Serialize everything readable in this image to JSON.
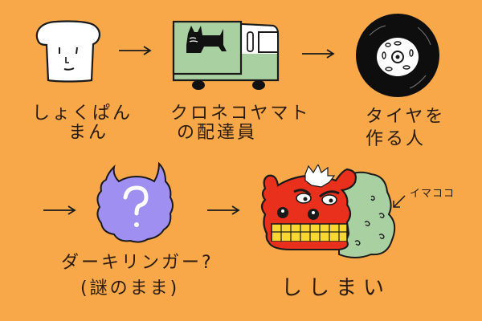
{
  "colors": {
    "background": "#f8a848",
    "ink": "#1a1a1a",
    "bread": "#ffffff",
    "truck_green": "#a8d0a0",
    "mystery_purple": "#9e8ff0",
    "shishimai_red": "#e8301c",
    "shishimai_teeth": "#f8d830",
    "shishimai_cloth": "#a8d0a0"
  },
  "flow": [
    {
      "id": "bread",
      "icon": "bread-face-icon",
      "line1": "しょくぱん",
      "line2": "まん"
    },
    {
      "id": "truck",
      "icon": "delivery-truck-icon",
      "line1": "クロネコヤマト",
      "line2": "の配達員"
    },
    {
      "id": "tire",
      "icon": "tire-icon",
      "line1": "タイヤを",
      "line2": "作る人"
    },
    {
      "id": "mystery",
      "icon": "mystery-blob-icon",
      "line1": "ダーキリンガー?",
      "line2": "(謎のまま)"
    },
    {
      "id": "shishimai",
      "icon": "shishimai-icon",
      "line1": "ししまい",
      "line2": ""
    }
  ],
  "annotation": {
    "text": "イマココ"
  },
  "arrows": [
    {
      "name": "arrow-bread-to-truck"
    },
    {
      "name": "arrow-truck-to-tire"
    },
    {
      "name": "arrow-into-mystery"
    },
    {
      "name": "arrow-mystery-to-shishimai"
    }
  ]
}
